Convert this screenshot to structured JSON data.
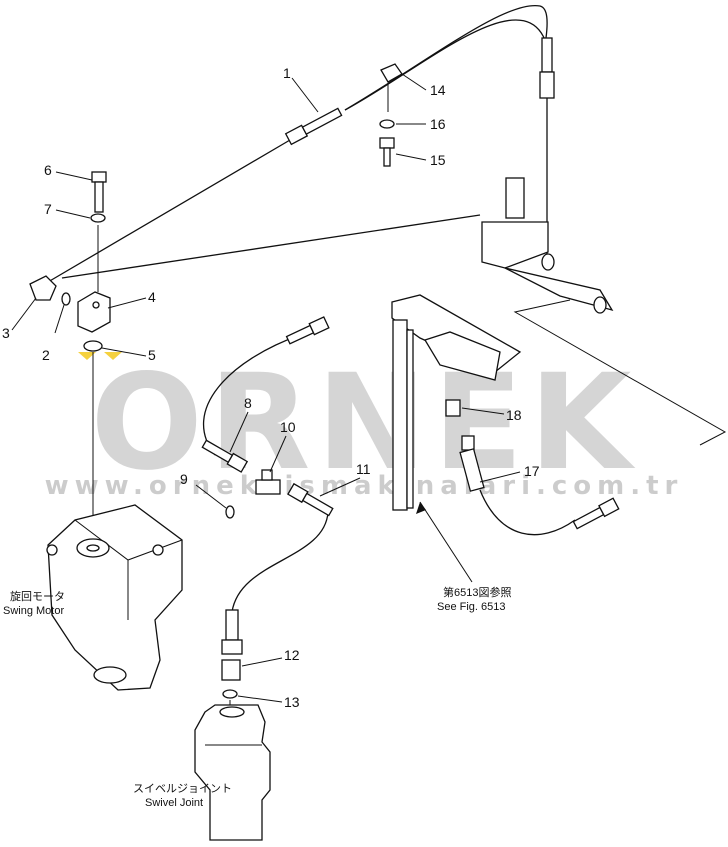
{
  "parts": [
    {
      "id": "1",
      "label": "1"
    },
    {
      "id": "2",
      "label": "2"
    },
    {
      "id": "3",
      "label": "3"
    },
    {
      "id": "4",
      "label": "4"
    },
    {
      "id": "5",
      "label": "5"
    },
    {
      "id": "6",
      "label": "6"
    },
    {
      "id": "7",
      "label": "7"
    },
    {
      "id": "8",
      "label": "8"
    },
    {
      "id": "9",
      "label": "9"
    },
    {
      "id": "10",
      "label": "10"
    },
    {
      "id": "11",
      "label": "11"
    },
    {
      "id": "12",
      "label": "12"
    },
    {
      "id": "13",
      "label": "13"
    },
    {
      "id": "14",
      "label": "14"
    },
    {
      "id": "15",
      "label": "15"
    },
    {
      "id": "16",
      "label": "16"
    },
    {
      "id": "17",
      "label": "17"
    },
    {
      "id": "18",
      "label": "18"
    }
  ],
  "captions": {
    "swing_motor_jp": "旋回モータ",
    "swing_motor_en": "Swing Motor",
    "swivel_joint_jp": "スイベルジョイント",
    "swivel_joint_en": "Swivel Joint",
    "see_fig_jp": "第6513図参照",
    "see_fig_en": "See Fig. 6513"
  },
  "watermark": {
    "brand": "ORNEK",
    "url": "www.orneksismakinalari.com.tr",
    "color": "#c8c8c8",
    "accent": "#f2c200"
  }
}
